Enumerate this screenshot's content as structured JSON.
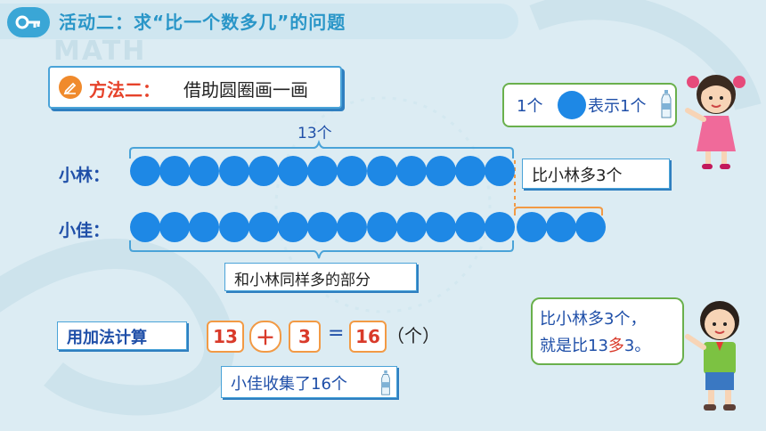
{
  "header": {
    "title": "活动二：求“比一个数多几”的问题",
    "watermark": "MATH"
  },
  "method": {
    "label": "方法二：",
    "description": "借助圆圈画一画"
  },
  "bubble_top": {
    "prefix": "1个",
    "suffix": "表示1个"
  },
  "diagram": {
    "count_label": "13个",
    "rows": [
      {
        "label": "小林：",
        "circles": 13
      },
      {
        "label": "小佳：",
        "circles": 16
      }
    ],
    "difference_label": "比小林多3个",
    "same_label": "和小林同样多的部分",
    "colors": {
      "circle": "#1e88e5",
      "brace": "#4aa3d8",
      "extra": "#f29a45"
    }
  },
  "calculation": {
    "label": "用加法计算",
    "operand1": "13",
    "operator": "＋",
    "operand2": "3",
    "equals": "=",
    "result": "16",
    "unit": "（个）"
  },
  "result_text": "小佳收集了16个",
  "bubble_bottom": {
    "line1": "比小林多3个，",
    "line2_a": "就是比13",
    "line2_b": "多",
    "line2_c": "3。"
  }
}
